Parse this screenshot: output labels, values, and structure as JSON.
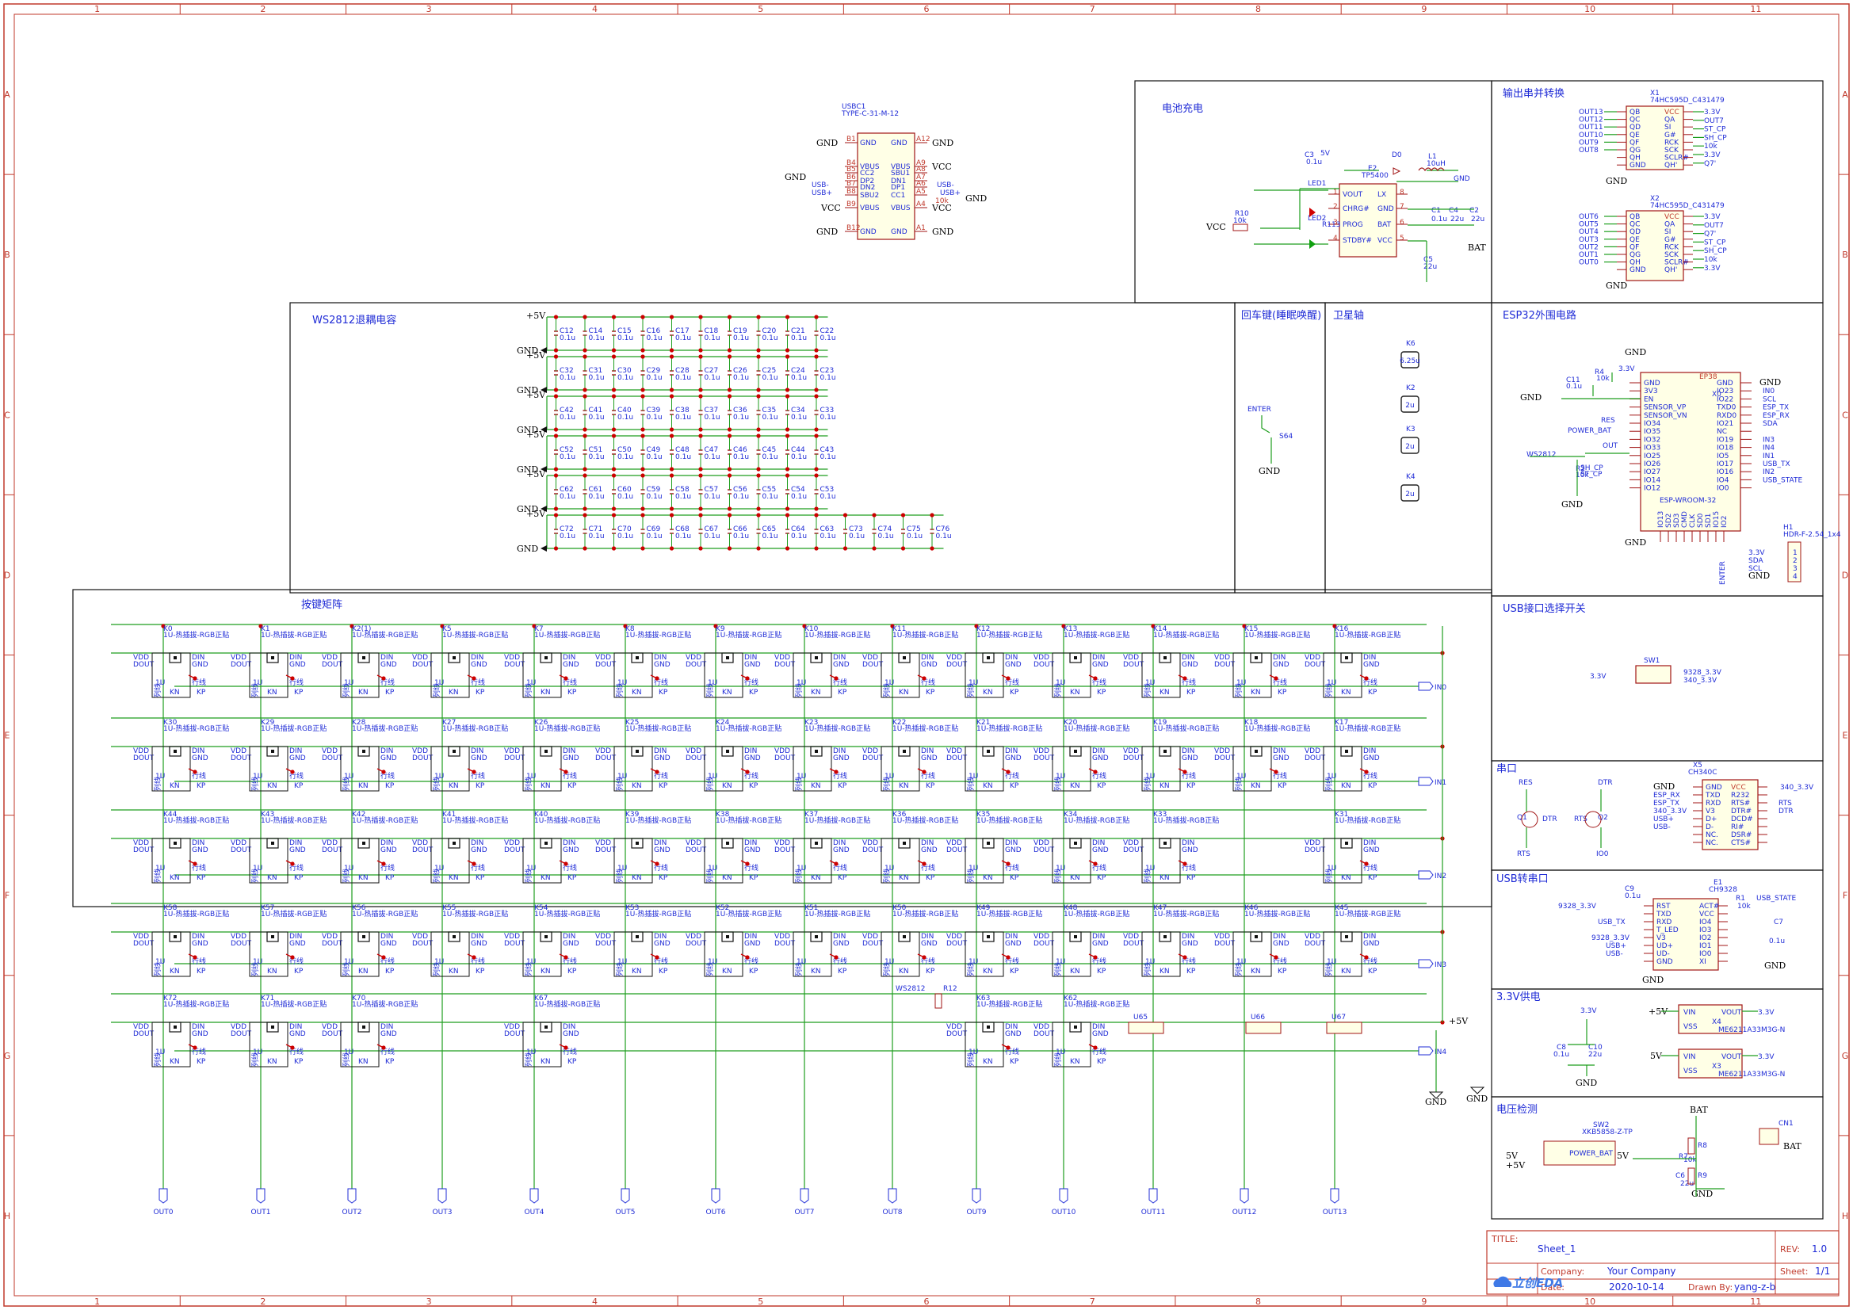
{
  "colors": {
    "frame": "#c0392b",
    "wire": "#1e9e1e",
    "part": "#a01414",
    "label": "#1f2bd6",
    "junction": "#cc0000",
    "text": "#000000"
  },
  "border": {
    "columns": [
      "1",
      "2",
      "3",
      "4",
      "5",
      "6",
      "7",
      "8",
      "9",
      "10",
      "11"
    ],
    "rows": [
      "A",
      "B",
      "C",
      "D",
      "E",
      "F",
      "G",
      "H"
    ]
  },
  "sections": {
    "battery": "电池充电",
    "shift": "输出串并转换",
    "ws_caps": "WS2812退耦电容",
    "enter": "回车键(睡眠唤醒)",
    "stab": "卫星轴",
    "esp32": "ESP32外围电路",
    "keymatrix": "按键矩阵",
    "usb_select": "USB接口选择开关",
    "serial": "串口",
    "usb_serial": "USB转串口",
    "ldo": "3.3V供电",
    "vdet": "电压检测"
  },
  "usbc": {
    "ref": "USBC1",
    "part": "TYPE-C-31-M-12",
    "left_pins": [
      "B1",
      "B4",
      "B5",
      "B6",
      "B7",
      "B8",
      "B9",
      "B12"
    ],
    "right_pins": [
      "A12",
      "A9",
      "A8",
      "A7",
      "A6",
      "A5",
      "A4",
      "A1"
    ],
    "inner_left": [
      "GND",
      "VBUS",
      "CC2",
      "DP2",
      "DN2",
      "SBU2",
      "VBUS",
      "GND"
    ],
    "inner_right": [
      "GND",
      "VBUS",
      "SBU1",
      "DN1",
      "DP1",
      "CC1",
      "VBUS",
      "GND"
    ],
    "nets": {
      "gnd": "GND",
      "vcc": "VCC",
      "usbm": "USB-",
      "usbp": "USB+",
      "r": "10k"
    }
  },
  "charger": {
    "ic": "E2",
    "ic_part": "TP5400",
    "pins": [
      "VOUT",
      "CHRG#",
      "PROG",
      "STDBY#",
      "LX",
      "GND",
      "BAT",
      "VCC"
    ],
    "pin_numbers": [
      "1",
      "2",
      "3",
      "4",
      "8",
      "7",
      "6",
      "5"
    ],
    "parts": [
      "C3",
      "0.1u",
      "5V",
      "D0",
      "L1",
      "10uH",
      "LED1",
      "LED2",
      "R10",
      "10k",
      "R113",
      "C1",
      "0.1u",
      "C4",
      "22u",
      "C2",
      "22u",
      "C5",
      "22u",
      "BAT",
      "GND",
      "VCC"
    ]
  },
  "shift": {
    "x1": [
      "X1",
      "74HC595D_C431479"
    ],
    "x2": [
      "X2",
      "74HC595D_C431479"
    ],
    "x1_left": [
      "OUT13",
      "OUT12",
      "OUT11",
      "OUT10",
      "OUT9",
      "OUT8"
    ],
    "x2_left": [
      "OUT6",
      "OUT5",
      "OUT4",
      "OUT3",
      "OUT2",
      "OUT1",
      "OUT0"
    ],
    "inner_l": [
      "QB",
      "QC",
      "QD",
      "QE",
      "QF",
      "QG",
      "QH",
      "GND"
    ],
    "inner_r": [
      "VCC",
      "QA",
      "SI",
      "G#",
      "RCK",
      "SCK",
      "SCLR#",
      "QH'"
    ],
    "nets_x1": [
      "3.3V",
      "OUT7",
      "ST_CP",
      "SH_CP",
      "10k",
      "3.3V",
      "Q7'"
    ],
    "nets_x2": [
      "3.3V",
      "OUT7",
      "Q7'",
      "ST_CP",
      "SH_CP",
      "10k",
      "3.3V"
    ]
  },
  "caps": {
    "rows": [
      [
        "C12",
        "C14",
        "C15",
        "C16",
        "C17",
        "C18",
        "C19",
        "C20",
        "C21",
        "C22"
      ],
      [
        "C32",
        "C31",
        "C30",
        "C29",
        "C28",
        "C27",
        "C26",
        "C25",
        "C24",
        "C23"
      ],
      [
        "C42",
        "C41",
        "C40",
        "C39",
        "C38",
        "C37",
        "C36",
        "C35",
        "C34",
        "C33"
      ],
      [
        "C52",
        "C51",
        "C50",
        "C49",
        "C48",
        "C47",
        "C46",
        "C45",
        "C44",
        "C43"
      ],
      [
        "C62",
        "C61",
        "C60",
        "C59",
        "C58",
        "C57",
        "C56",
        "C55",
        "C54",
        "C53"
      ],
      [
        "C72",
        "C71",
        "C70",
        "C69",
        "C68",
        "C67",
        "C66",
        "C65",
        "C64",
        "C63",
        "C73",
        "C74",
        "C75",
        "C76"
      ]
    ],
    "value": "0.1u",
    "pos": "+5V",
    "neg": "GND"
  },
  "enter": {
    "net": "ENTER",
    "ref": "S64",
    "gnd": "GND"
  },
  "stab": {
    "refs": [
      "K6",
      "K2",
      "K3",
      "K4"
    ],
    "labels": [
      "6.25u",
      "2u",
      "2u",
      "2u"
    ]
  },
  "esp": {
    "ref": "X0",
    "part": "ESP-WROOM-32",
    "left": [
      "GND",
      "3V3",
      "EN",
      "SENSOR_VP",
      "SENSOR_VN",
      "IO34",
      "IO35",
      "IO32",
      "IO33",
      "IO25",
      "IO26",
      "IO27",
      "IO14",
      "IO12"
    ],
    "right": [
      "GND",
      "IO23",
      "IO22",
      "TXD0",
      "RXD0",
      "IO21",
      "NC",
      "IO19",
      "IO18",
      "IO5",
      "IO17",
      "IO16",
      "IO4",
      "IO0"
    ],
    "bottom": [
      "IO13",
      "SD2",
      "SD3",
      "CMD",
      "CLK",
      "SD0",
      "SD1",
      "IO15",
      "IO2"
    ],
    "nets_r": [
      "GND",
      "IN0",
      "SCL",
      "ESP_TX",
      "ESP_RX",
      "SDA",
      "",
      "IN3",
      "IN4",
      "IN1",
      "USB_TX",
      "IN2",
      "USB_STATE",
      ""
    ],
    "nets_l": [
      "RES",
      "POWER_BAT",
      "OUT",
      "WS2812",
      "SH_CP",
      "ST_CP"
    ],
    "extra": [
      "GND",
      "C11",
      "0.1u",
      "R4",
      "10k",
      "3.3V",
      "R2",
      "10k",
      "GND",
      "GND",
      "ENTER",
      "EP38"
    ],
    "header": [
      "H1",
      "HDR-F-2.54_1x4",
      "3.3V",
      "SDA",
      "SCL",
      "GND",
      "1",
      "2",
      "3",
      "4"
    ]
  },
  "keys": {
    "part": "1U-热插拔-RGB正贴",
    "rows": [
      [
        "K0",
        "K1",
        "K2(1)",
        "K5",
        "K7",
        "K8",
        "K9",
        "K10",
        "K11",
        "K12",
        "K13",
        "K14",
        "K15",
        "K16"
      ],
      [
        "K30",
        "K29",
        "K28",
        "K27",
        "K26",
        "K25",
        "K24",
        "K23",
        "K22",
        "K21",
        "K20",
        "K19",
        "K18",
        "K17"
      ],
      [
        "K44",
        "K43",
        "K42",
        "K41",
        "K40",
        "K39",
        "K38",
        "K37",
        "K36",
        "K35",
        "K34",
        "K33",
        "",
        "K31"
      ],
      [
        "K58",
        "K57",
        "K56",
        "K55",
        "K54",
        "K53",
        "K52",
        "K51",
        "K50",
        "K49",
        "K48",
        "K47",
        "K46",
        "K45"
      ],
      [
        "K72",
        "K71",
        "K70",
        "",
        "K67",
        "",
        "",
        "",
        "",
        "K63",
        "K62",
        "",
        "",
        ""
      ]
    ],
    "pins": [
      "VDD",
      "DOUT",
      "DIN",
      "GND",
      "行线",
      "列线",
      "KN",
      "KP",
      "1U"
    ],
    "rows_out": [
      "IN0",
      "IN1",
      "IN2",
      "IN3",
      "IN4"
    ],
    "cols_out": [
      "OUT0",
      "OUT1",
      "OUT2",
      "OUT3",
      "OUT4",
      "OUT5",
      "OUT6",
      "OUT7",
      "OUT8",
      "OUT9",
      "OUT10",
      "OUT11",
      "OUT12",
      "OUT13"
    ],
    "misc": [
      "WS2812",
      "R12",
      "U65",
      "U66",
      "U67",
      "+5V",
      "GND",
      "GND"
    ]
  },
  "usb_select": {
    "ref": "SW1",
    "left": "3.3V",
    "right": [
      "9328_3.3V",
      "340_3.3V"
    ]
  },
  "serial": {
    "ref": "X5",
    "part": "CH340C",
    "left_nets": [
      "GND",
      "ESP_RX",
      "ESP_TX",
      "340_3.3V",
      "USB+",
      "USB-"
    ],
    "inner_l": [
      "GND",
      "TXD",
      "RXD",
      "V3",
      "D+",
      "D-",
      "NC.",
      "NC."
    ],
    "inner_r": [
      "VCC",
      "R232",
      "RTS#",
      "DTR#",
      "DCD#",
      "RI#",
      "DSR#",
      "CTS#"
    ],
    "right_nets": [
      "340_3.3V",
      "RTS",
      "DTR"
    ],
    "q": [
      "RES",
      "DTR",
      "Q1",
      "Q2",
      "DTR",
      "RTS",
      "RTS",
      "IO0"
    ]
  },
  "usb_serial": {
    "ref": "E1",
    "part": "CH9328",
    "left_nets": [
      "9328_3.3V",
      "USB_TX",
      "9328_3.3V",
      "USB+",
      "USB-"
    ],
    "inner_l": [
      "RST",
      "TXD",
      "RXD",
      "T_LED",
      "V3",
      "UD+",
      "UD-",
      "GND"
    ],
    "inner_r": [
      "ACT#",
      "VCC",
      "IO4",
      "IO3",
      "IO2",
      "IO1",
      "IO0",
      "XI"
    ],
    "parts": [
      "C9",
      "0.1u",
      "R1",
      "10k",
      "USB_STATE",
      "C7",
      "0.1u",
      "GND"
    ]
  },
  "ldo": {
    "x4": [
      "X4",
      "ME6211A33M3G-N"
    ],
    "x3": [
      "X3",
      "ME6211A33M3G-N"
    ],
    "pins": [
      "VIN",
      "VSS",
      "VOUT"
    ],
    "nets": [
      "+5V",
      "3.3V",
      "5V",
      "3.3V"
    ],
    "caps": [
      "C8",
      "0.1u",
      "C10",
      "22u",
      "3.3V",
      "GND"
    ]
  },
  "vdet": {
    "sw": [
      "SW2",
      "XKB5858-Z-TP"
    ],
    "nets": [
      "5V",
      "+5V",
      "5V",
      "POWER_BAT",
      "BAT",
      "GND",
      "BAT"
    ],
    "parts": [
      "R8",
      "R7",
      "10k",
      "R9",
      "C6",
      "22u",
      "CN1"
    ]
  },
  "title_block": {
    "title_label": "TITLE:",
    "title": "Sheet_1",
    "rev_label": "REV:",
    "rev": "1.0",
    "company_label": "Company:",
    "company": "Your Company",
    "sheet_label": "Sheet:",
    "sheet": "1/1",
    "date_label": "Date:",
    "date": "2020-10-14",
    "drawn_label": "Drawn By:",
    "drawn": "yang-z-b",
    "logo": "立创EDA"
  }
}
